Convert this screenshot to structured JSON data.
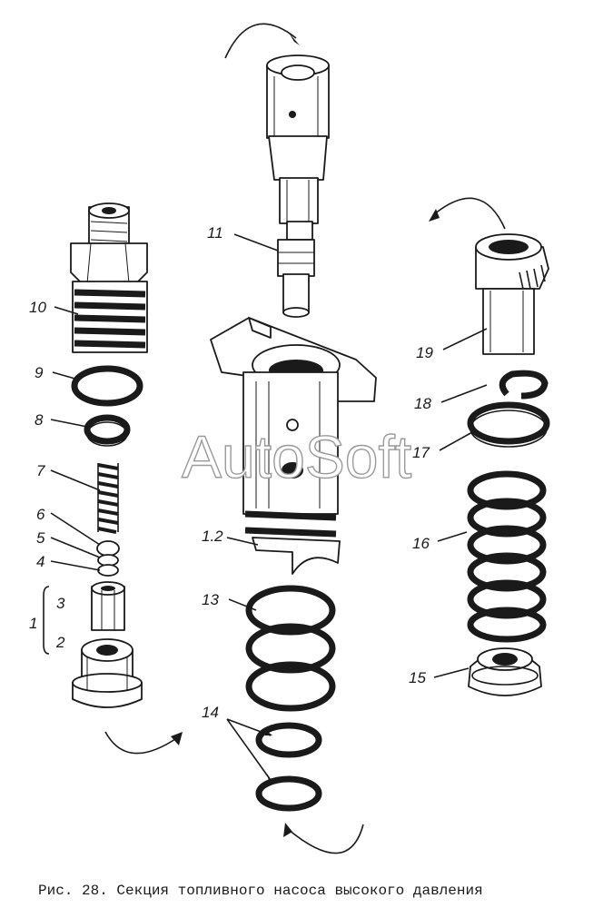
{
  "figure": {
    "caption": "Рис. 28. Секция топливного насоса высокого давления",
    "watermark": "AutoSoft",
    "callouts": [
      "1",
      "2",
      "3",
      "4",
      "5",
      "6",
      "7",
      "8",
      "9",
      "10",
      "11",
      "1.2",
      "13",
      "14",
      "15",
      "16",
      "17",
      "18",
      "19"
    ]
  },
  "colors": {
    "ink": "#1a1a1a",
    "paper": "#ffffff",
    "watermark_outline": "#9a9a9a"
  }
}
